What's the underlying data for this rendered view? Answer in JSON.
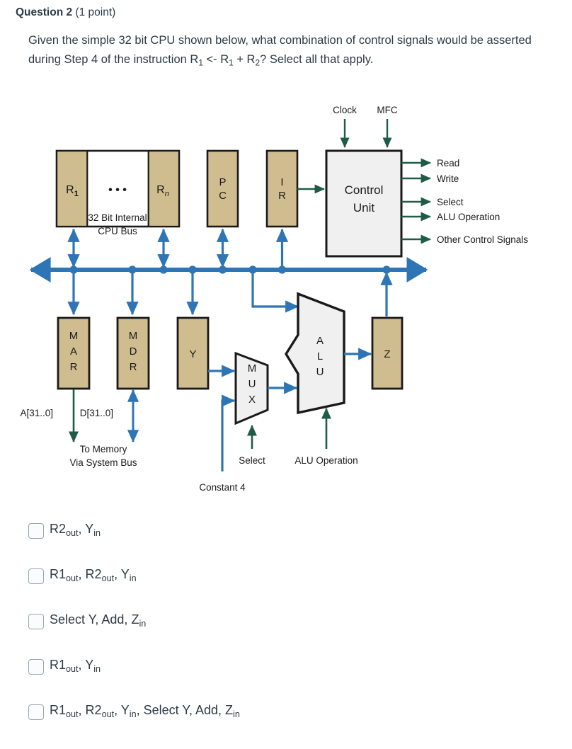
{
  "question": {
    "number_label": "Question 2",
    "points_label": "(1 point)",
    "prompt_part1": "Given the simple 32 bit CPU shown below, what combination of control signals would be asserted during Step 4 of the instruction R",
    "prompt_sub1": "1",
    "prompt_part2": " <- R",
    "prompt_sub2": "1",
    "prompt_part3": " + R",
    "prompt_sub3": "2",
    "prompt_part4": "?  Select all that apply."
  },
  "diagram": {
    "title": "Simple 32 bit CPU datapath",
    "colors": {
      "register_fill": "#cfbc8f",
      "register_stroke": "#1a1a1a",
      "unit_fill": "#f0f0f0",
      "unit_stroke": "#1a1a1a",
      "bus_blue": "#2e75b6",
      "control_green": "#1f5c48",
      "white_fill": "#ffffff"
    },
    "registers": {
      "r1": "R",
      "r1_sub": "1",
      "ellipsis": "• • •",
      "rn": "R",
      "rn_sub": "n",
      "pc_line1": "P",
      "pc_line2": "C",
      "ir_line1": "I",
      "ir_line2": "R"
    },
    "bus_label_line1": "32 Bit Internal",
    "bus_label_line2": "CPU Bus",
    "control_unit": {
      "line1": "Control",
      "line2": "Unit"
    },
    "control_inputs": [
      "Clock",
      "MFC"
    ],
    "control_outputs": [
      "Read",
      "Write",
      "Select",
      "ALU Operation",
      "Other Control Signals"
    ],
    "lower_units": {
      "mar": [
        "M",
        "A",
        "R"
      ],
      "mdr": [
        "M",
        "D",
        "R"
      ],
      "y": "Y",
      "mux": [
        "M",
        "U",
        "X"
      ],
      "alu": [
        "A",
        "L",
        "U"
      ],
      "z": "Z"
    },
    "memory_labels": {
      "address_bus": "A[31..0]",
      "data_bus": "D[31..0]",
      "to_memory_line1": "To Memory",
      "to_memory_line2": "Via System Bus"
    },
    "signal_labels": {
      "select": "Select",
      "alu_operation": "ALU Operation",
      "constant": "Constant 4"
    }
  },
  "options": [
    {
      "id": "option-1",
      "checked": false,
      "parts": [
        {
          "t": "R2",
          "sub": "out"
        },
        {
          "t": ", ",
          "sub": ""
        },
        {
          "t": "Y",
          "sub": "in"
        }
      ]
    },
    {
      "id": "option-2",
      "checked": false,
      "parts": [
        {
          "t": "R1",
          "sub": "out"
        },
        {
          "t": ", ",
          "sub": ""
        },
        {
          "t": "R2",
          "sub": "out"
        },
        {
          "t": ", ",
          "sub": ""
        },
        {
          "t": "Y",
          "sub": "in"
        }
      ]
    },
    {
      "id": "option-3",
      "checked": false,
      "parts": [
        {
          "t": "Select Y, Add, ",
          "sub": ""
        },
        {
          "t": "Z",
          "sub": "in"
        }
      ]
    },
    {
      "id": "option-4",
      "checked": false,
      "parts": [
        {
          "t": "R1",
          "sub": "out"
        },
        {
          "t": ", ",
          "sub": ""
        },
        {
          "t": "Y",
          "sub": "in"
        }
      ]
    },
    {
      "id": "option-5",
      "checked": false,
      "parts": [
        {
          "t": "R1",
          "sub": "out"
        },
        {
          "t": ", ",
          "sub": ""
        },
        {
          "t": "R2",
          "sub": "out"
        },
        {
          "t": ", ",
          "sub": ""
        },
        {
          "t": "Y",
          "sub": "in"
        },
        {
          "t": ", Select Y, Add, ",
          "sub": ""
        },
        {
          "t": "Z",
          "sub": "in"
        }
      ]
    }
  ]
}
